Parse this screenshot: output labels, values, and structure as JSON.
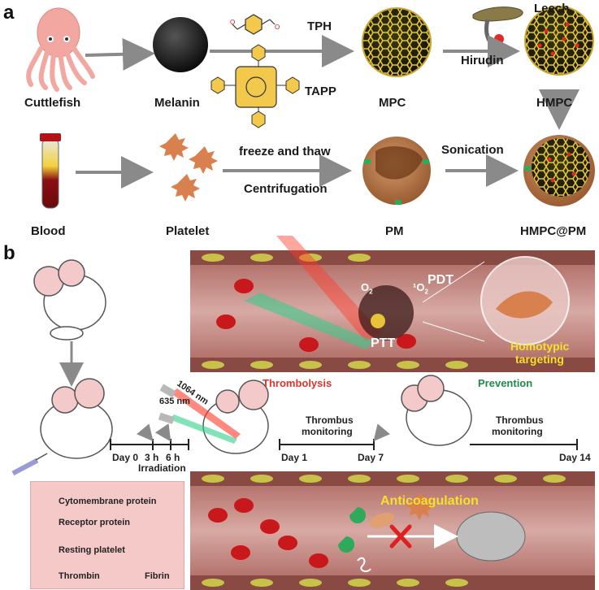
{
  "panel_a": {
    "letter": "a",
    "row1": {
      "source": "Cuttlefish",
      "intermediate": "Melanin",
      "reagent_top": "TPH",
      "reagent_bottom": "TAPP",
      "product": "MPC",
      "leech_label": "Leech",
      "hirudin_label": "Hirudin",
      "final": "HMPC"
    },
    "row2": {
      "source": "Blood",
      "intermediate": "Platelet",
      "step_top": "freeze and thaw",
      "step_bottom": "Centrifugation",
      "product": "PM",
      "step2": "Sonication",
      "final": "HMPC@PM"
    }
  },
  "panel_b": {
    "letter": "b",
    "scene_top": {
      "o2": "O",
      "o2_sub": "2",
      "singlet": "¹O",
      "singlet_sub": "2",
      "pdt": "PDT",
      "ptt": "PTT",
      "homotypic_line1": "Homotypic",
      "homotypic_line2": "targeting"
    },
    "timeline": {
      "thrombolysis": "Thrombolysis",
      "prevention": "Prevention",
      "laser_1064": "1064 nm",
      "laser_635": "635 nm",
      "day0": "Day 0",
      "h3": "3 h",
      "h6": "6 h",
      "irradiation": "Irradiation",
      "day1": "Day 1",
      "monitor1_line1": "Thrombus",
      "monitor1_line2": "monitoring",
      "day7": "Day 7",
      "monitor2_line1": "Thrombus",
      "monitor2_line2": "monitoring",
      "day14": "Day 14"
    },
    "legend": {
      "cytomembrane": "Cytomembrane protein",
      "receptor": "Receptor protein",
      "resting": "Resting platelet",
      "thrombin": "Thrombin",
      "fibrin": "Fibrin"
    },
    "scene_bottom": {
      "anticoagulation": "Anticoagulation"
    }
  },
  "colors": {
    "cuttlefish": "#f2a7a0",
    "melanin": "#1c1c1c",
    "cage": "#e3c23a",
    "platelet": "#d9804f",
    "vessel": "#c88a86",
    "red_text": "#e0322a",
    "green_text": "#1f8a4c",
    "yellow_text": "#f5e12a",
    "arrow": "#8a8a8a"
  }
}
